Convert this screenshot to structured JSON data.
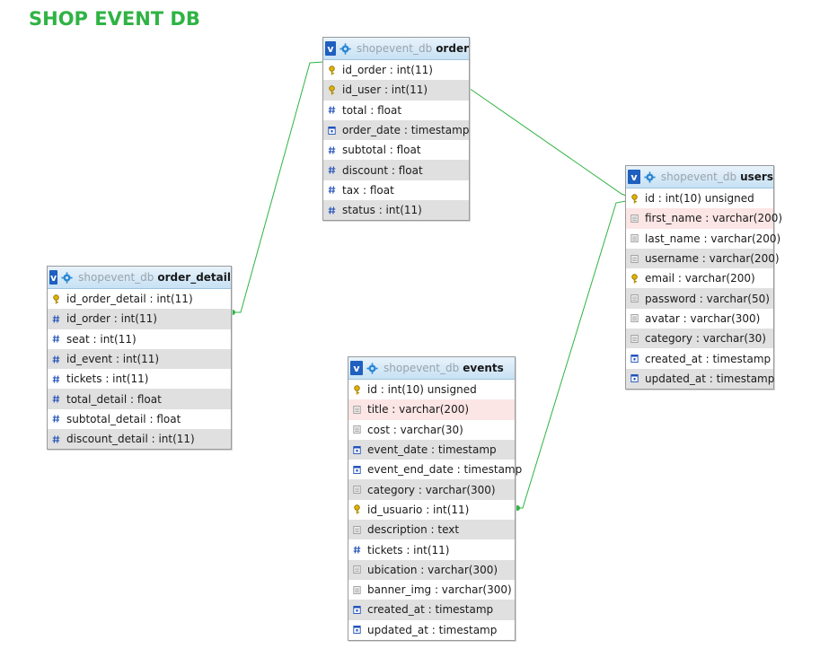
{
  "title": "SHOP EVENT DB",
  "colors": {
    "title": "#2fb344",
    "relation_line": "#2fb344",
    "header_bg": "#c7e1f4",
    "row_alt": "#e0e0e0",
    "row_highlight": "#fce5e5"
  },
  "icon_names": {
    "key": "key-icon",
    "number": "hash-icon",
    "text": "text-field-icon",
    "timestamp": "calendar-icon"
  },
  "tables": {
    "order": {
      "db": "shopevent_db",
      "name": "order",
      "columns": [
        {
          "text": "id_order : int(11)",
          "icon": "key"
        },
        {
          "text": "id_user : int(11)",
          "icon": "key"
        },
        {
          "text": "total : float",
          "icon": "number"
        },
        {
          "text": "order_date : timestamp",
          "icon": "timestamp"
        },
        {
          "text": "subtotal : float",
          "icon": "number"
        },
        {
          "text": "discount : float",
          "icon": "number"
        },
        {
          "text": "tax : float",
          "icon": "number"
        },
        {
          "text": "status : int(11)",
          "icon": "number"
        }
      ]
    },
    "order_detail": {
      "db": "shopevent_db",
      "name": "order_detail",
      "columns": [
        {
          "text": "id_order_detail : int(11)",
          "icon": "key"
        },
        {
          "text": "id_order : int(11)",
          "icon": "number"
        },
        {
          "text": "seat : int(11)",
          "icon": "number"
        },
        {
          "text": "id_event : int(11)",
          "icon": "number"
        },
        {
          "text": "tickets : int(11)",
          "icon": "number"
        },
        {
          "text": "total_detail : float",
          "icon": "number"
        },
        {
          "text": "subtotal_detail : float",
          "icon": "number"
        },
        {
          "text": "discount_detail : int(11)",
          "icon": "number"
        }
      ]
    },
    "users": {
      "db": "shopevent_db",
      "name": "users",
      "columns": [
        {
          "text": "id : int(10) unsigned",
          "icon": "key"
        },
        {
          "text": "first_name : varchar(200)",
          "icon": "text",
          "highlight": true
        },
        {
          "text": "last_name : varchar(200)",
          "icon": "text"
        },
        {
          "text": "username : varchar(200)",
          "icon": "text"
        },
        {
          "text": "email : varchar(200)",
          "icon": "key"
        },
        {
          "text": "password : varchar(50)",
          "icon": "text"
        },
        {
          "text": "avatar : varchar(300)",
          "icon": "text"
        },
        {
          "text": "category : varchar(30)",
          "icon": "text"
        },
        {
          "text": "created_at : timestamp",
          "icon": "timestamp"
        },
        {
          "text": "updated_at : timestamp",
          "icon": "timestamp"
        }
      ]
    },
    "events": {
      "db": "shopevent_db",
      "name": "events",
      "columns": [
        {
          "text": "id : int(10) unsigned",
          "icon": "key"
        },
        {
          "text": "title : varchar(200)",
          "icon": "text",
          "highlight": true
        },
        {
          "text": "cost : varchar(30)",
          "icon": "text"
        },
        {
          "text": "event_date : timestamp",
          "icon": "timestamp"
        },
        {
          "text": "event_end_date : timestamp",
          "icon": "timestamp"
        },
        {
          "text": "category : varchar(300)",
          "icon": "text"
        },
        {
          "text": "id_usuario : int(11)",
          "icon": "key"
        },
        {
          "text": "description : text",
          "icon": "text"
        },
        {
          "text": "tickets : int(11)",
          "icon": "number"
        },
        {
          "text": "ubication : varchar(300)",
          "icon": "text"
        },
        {
          "text": "banner_img : varchar(300)",
          "icon": "text"
        },
        {
          "text": "created_at : timestamp",
          "icon": "timestamp"
        },
        {
          "text": "updated_at : timestamp",
          "icon": "timestamp"
        }
      ]
    }
  }
}
